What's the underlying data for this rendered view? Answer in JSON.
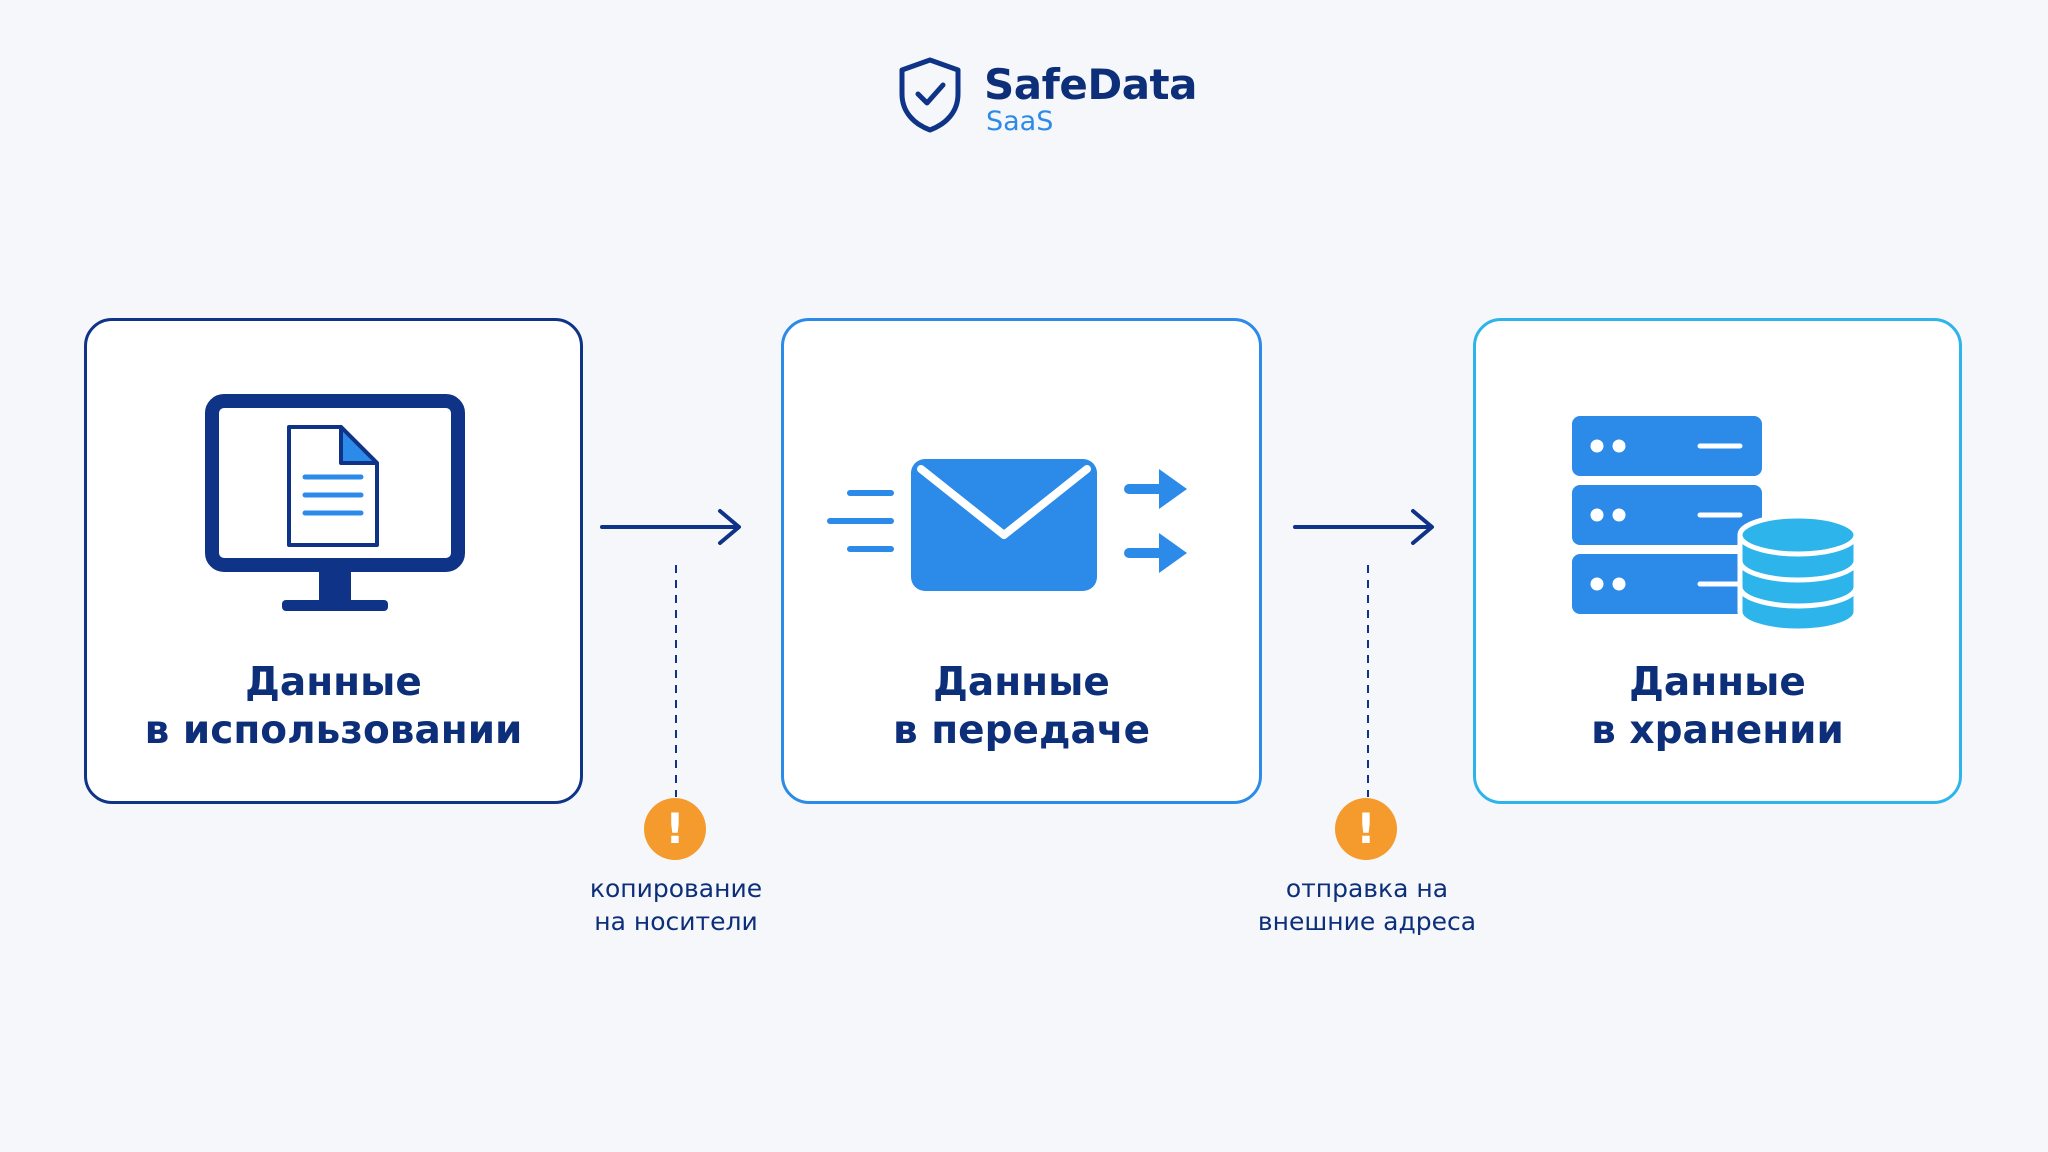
{
  "brand": {
    "name": "SafeData",
    "subtitle": "SaaS",
    "icon": "shield-check-icon"
  },
  "colors": {
    "navy": "#0f3386",
    "blue": "#2c8ae8",
    "cyan": "#2db4ea",
    "warning": "#f59a2c",
    "background": "#f5f7fb"
  },
  "stages": [
    {
      "icon": "monitor-document-icon",
      "title_line1": "Данные",
      "title_line2": "в использовании"
    },
    {
      "icon": "envelope-send-icon",
      "title_line1": "Данные",
      "title_line2": "в передаче"
    },
    {
      "icon": "server-database-icon",
      "title_line1": "Данные",
      "title_line2": "в хранении"
    }
  ],
  "risks": [
    {
      "icon": "warning-icon",
      "symbol": "!",
      "label_line1": "копирование",
      "label_line2": "на носители"
    },
    {
      "icon": "warning-icon",
      "symbol": "!",
      "label_line1": "отправка на",
      "label_line2": "внешние адреса"
    }
  ]
}
